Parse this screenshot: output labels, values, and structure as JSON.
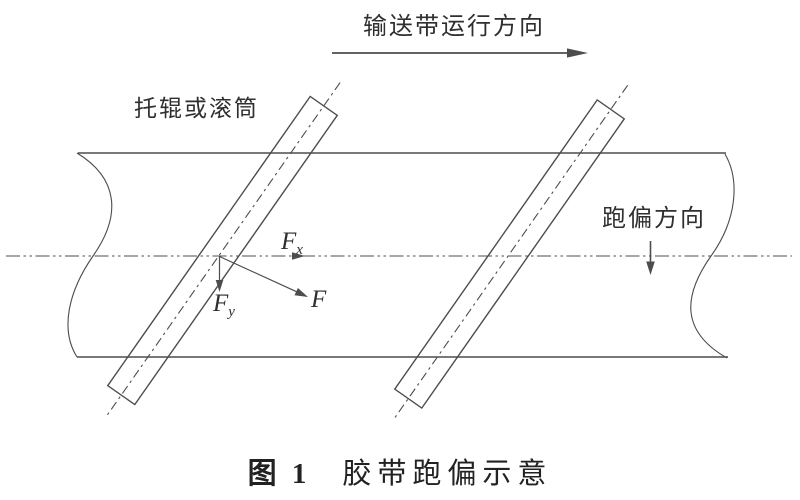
{
  "figure": {
    "belt_run_direction_label": "输送带运行方向",
    "roller_label": "托辊或滚筒",
    "deviation_direction_label": "跑偏方向",
    "caption": {
      "prefix": "图 1",
      "text": "胶带跑偏示意"
    }
  },
  "forces": {
    "fx": {
      "symbol": "F",
      "subscript": "x"
    },
    "fy": {
      "symbol": "F",
      "subscript": "y"
    },
    "resultant": {
      "symbol": "F",
      "subscript": ""
    }
  },
  "colors": {
    "line": "#4d4d4d",
    "text": "#2f2f2f",
    "bg": "#ffffff"
  }
}
